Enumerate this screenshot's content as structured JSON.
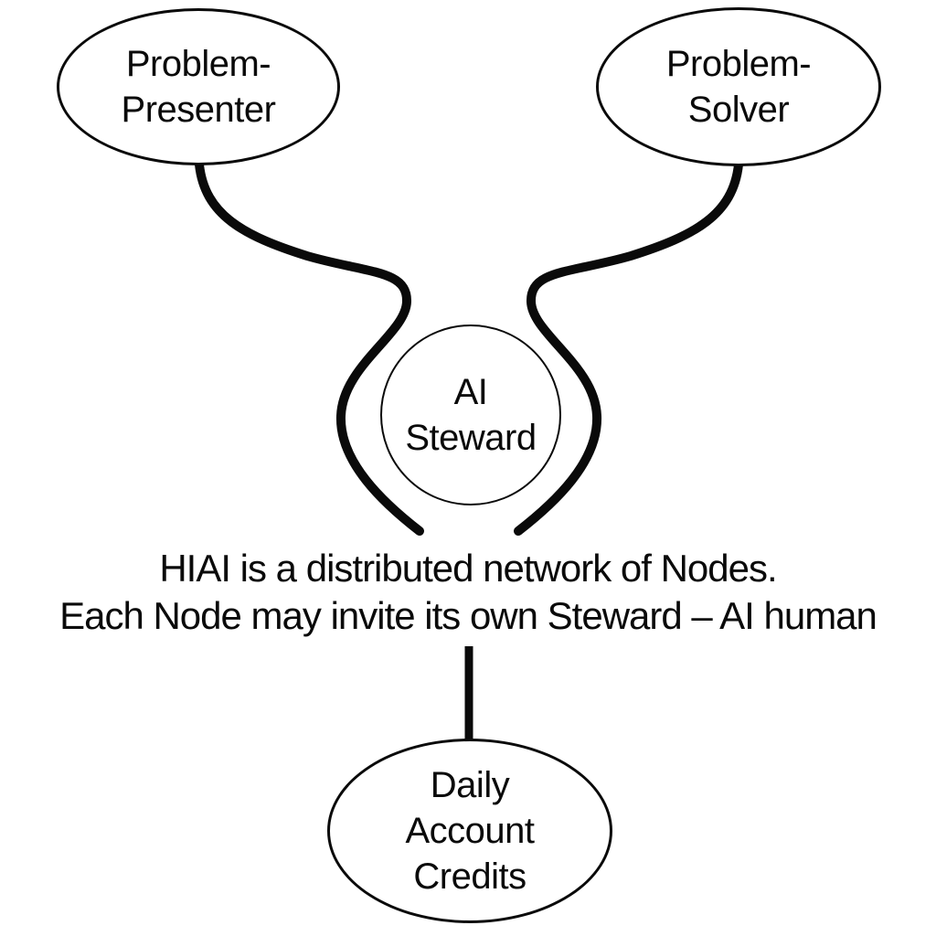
{
  "diagram": {
    "background_color": "#ffffff",
    "stroke_color": "#0a0a0a",
    "nodes": {
      "problem_presenter": {
        "label": "Problem-\nPresenter",
        "shape": "ellipse"
      },
      "problem_solver": {
        "label": "Problem-\nSolver",
        "shape": "ellipse"
      },
      "ai_steward": {
        "label": "AI\nSteward",
        "shape": "circle"
      },
      "daily_account_credits": {
        "label": "Daily\nAccount\nCredits",
        "shape": "ellipse"
      }
    },
    "caption": {
      "line1": "HIAI is a distributed network of Nodes.",
      "line2": "Each Node may invite its own Steward – AI human"
    },
    "connectors": [
      {
        "name": "presenter-to-hub",
        "style": "thick-s-curve"
      },
      {
        "name": "solver-to-hub",
        "style": "thick-s-curve"
      },
      {
        "name": "caption-to-credits",
        "style": "thick-vertical-line"
      }
    ]
  }
}
